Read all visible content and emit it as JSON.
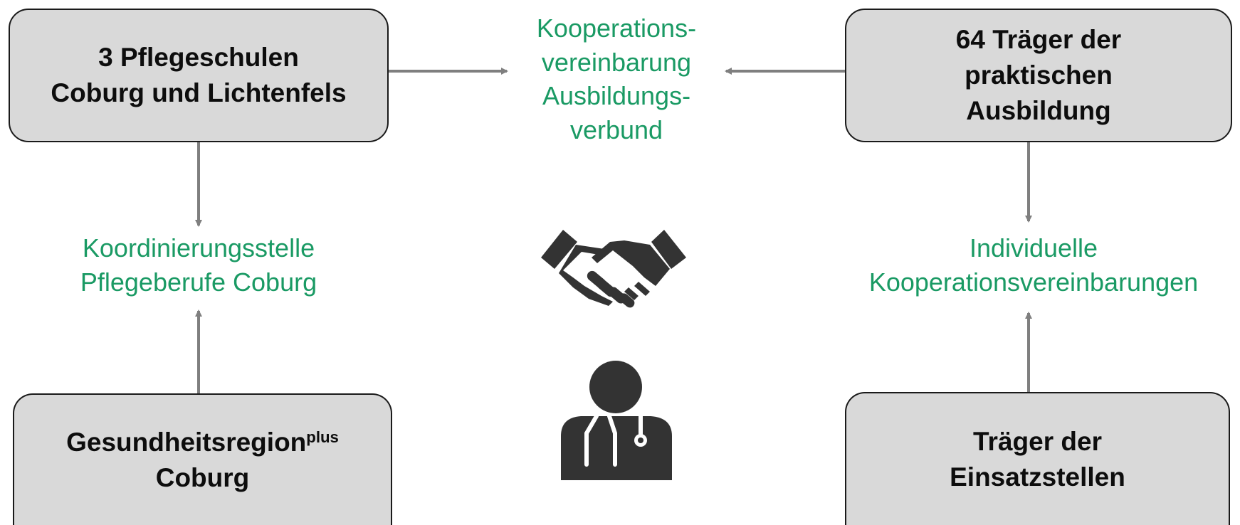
{
  "boxes": {
    "schools": {
      "lines": [
        "3 Pflegeschulen",
        "Coburg und Lichtenfels"
      ]
    },
    "traeger": {
      "lines": [
        "64 Träger der",
        "praktischen",
        "Ausbildung"
      ]
    },
    "region": {
      "line1": "Gesundheitsregion",
      "sup": "plus",
      "line2": "Coburg"
    },
    "einsatz": {
      "lines": [
        "Träger der",
        "Einsatzstellen"
      ]
    }
  },
  "labels": {
    "kooperation": {
      "lines": [
        "Kooperations-",
        "vereinbarung",
        "Ausbildungs-",
        "verbund"
      ]
    },
    "koordination": {
      "lines": [
        "Koordinierungsstelle",
        "Pflegeberufe Coburg"
      ]
    },
    "individuell": {
      "lines": [
        "Individuelle",
        "Kooperationsvereinbarungen"
      ]
    }
  },
  "icons": [
    "handshake-icon",
    "doctor-icon"
  ],
  "colors": {
    "box_fill": "#d9d9d9",
    "label_green": "#1a9a64",
    "arrow": "#7f7f7f",
    "icon": "#333333"
  }
}
